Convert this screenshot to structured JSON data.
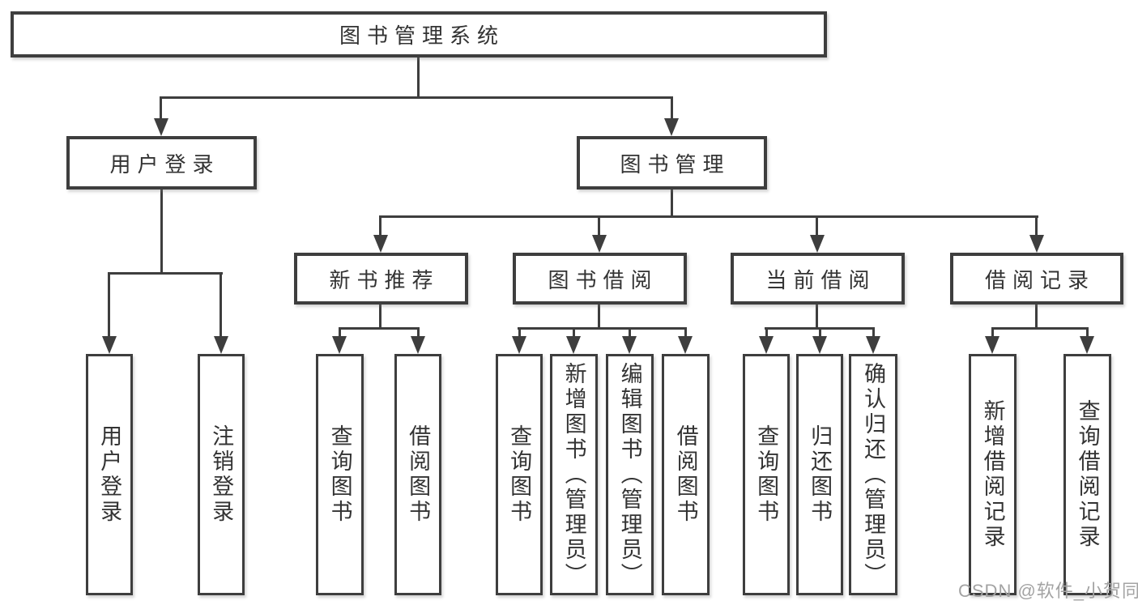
{
  "tree": {
    "root": {
      "label": "图书管理系统"
    },
    "branches": [
      {
        "label": "用户登录",
        "leaves": [
          {
            "label": "用户登录"
          },
          {
            "label": "注销登录"
          }
        ]
      },
      {
        "label": "图书管理",
        "sections": [
          {
            "label": "新书推荐",
            "leaves": [
              {
                "label": "查询图书"
              },
              {
                "label": "借阅图书"
              }
            ]
          },
          {
            "label": "图书借阅",
            "leaves": [
              {
                "label": "查询图书"
              },
              {
                "label": "新增图书（管理员）"
              },
              {
                "label": "编辑图书（管理员）"
              },
              {
                "label": "借阅图书"
              }
            ]
          },
          {
            "label": "当前借阅",
            "leaves": [
              {
                "label": "查询图书"
              },
              {
                "label": "归还图书"
              },
              {
                "label": "确认归还（管理员）"
              }
            ]
          },
          {
            "label": "借阅记录",
            "leaves": [
              {
                "label": "新增借阅记录"
              },
              {
                "label": "查询借阅记录"
              }
            ]
          }
        ]
      }
    ]
  },
  "watermark": {
    "text": "CSDN @软件_小贺同学"
  },
  "colors": {
    "line": "#3e3e3e",
    "text": "#333333",
    "watermark": "#a3a3a3",
    "background": "#ffffff"
  }
}
